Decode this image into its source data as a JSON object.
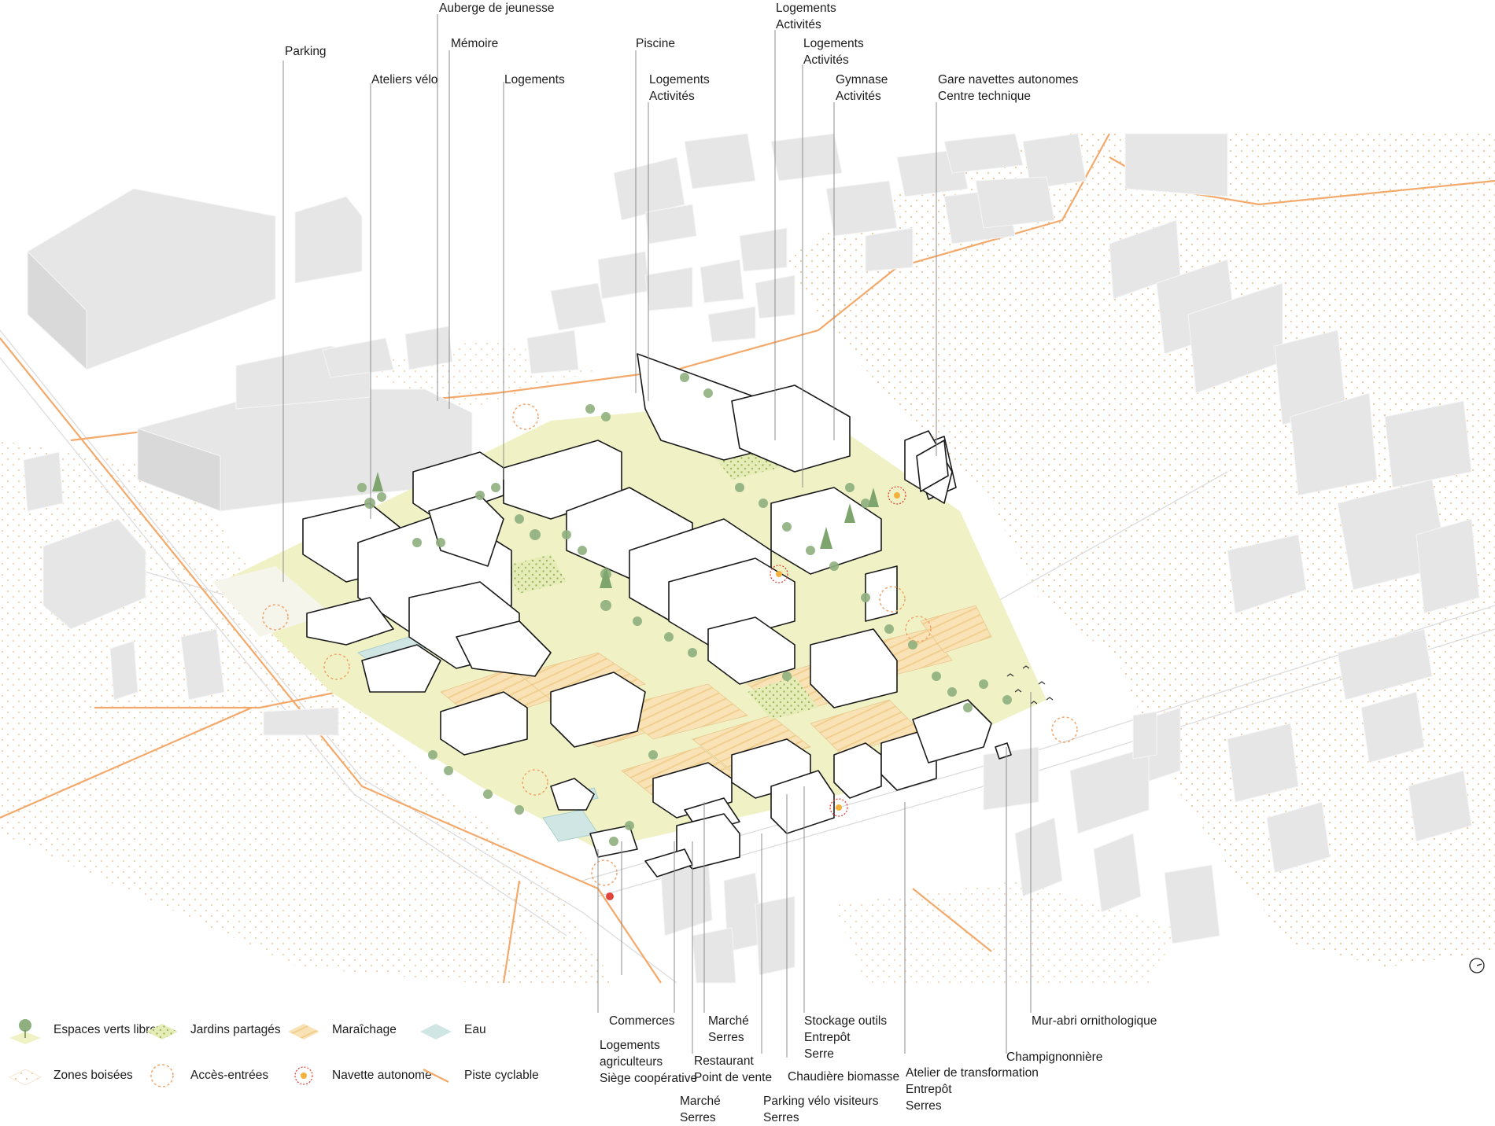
{
  "colors": {
    "building_context": "#e6e6e6",
    "building_project": "#ffffff",
    "building_outline": "#1a1a1a",
    "green_space": "#f0f2c6",
    "shared_gardens": "#d9e39a",
    "market_garden": "#f8deb0",
    "water": "#cfe6e4",
    "woodland_dots": "#e9c79a",
    "access_circle": "#f0a46a",
    "shuttle": "#e0433a",
    "cycle_path": "#f3a96b",
    "tree": "#8fb07e",
    "leader_line": "#8c8c8c"
  },
  "top_labels": [
    {
      "id": "parking",
      "lines": [
        "Parking"
      ]
    },
    {
      "id": "ateliers-velo",
      "lines": [
        "Ateliers vélo"
      ]
    },
    {
      "id": "auberge",
      "lines": [
        "Auberge de jeunesse"
      ]
    },
    {
      "id": "memoire",
      "lines": [
        "Mémoire"
      ]
    },
    {
      "id": "logements-1",
      "lines": [
        "Logements"
      ]
    },
    {
      "id": "piscine",
      "lines": [
        "Piscine"
      ]
    },
    {
      "id": "logements-activites-1",
      "lines": [
        "Logements",
        "Activités"
      ]
    },
    {
      "id": "logements-activites-2",
      "lines": [
        "Logements",
        "Activités"
      ]
    },
    {
      "id": "logements-activites-3",
      "lines": [
        "Logements",
        "Activités"
      ]
    },
    {
      "id": "gymnase",
      "lines": [
        "Gymnase",
        "Activités"
      ]
    },
    {
      "id": "gare-navettes",
      "lines": [
        "Gare navettes autonomes",
        "Centre technique"
      ]
    }
  ],
  "bottom_labels": [
    {
      "id": "commerces",
      "lines": [
        "Commerces"
      ]
    },
    {
      "id": "logements-agriculteurs",
      "lines": [
        "Logements",
        "agriculteurs",
        "Siège coopérative"
      ]
    },
    {
      "id": "marche-serres-1",
      "lines": [
        "Marché",
        "Serres"
      ]
    },
    {
      "id": "restaurant",
      "lines": [
        "Restaurant",
        "Point de vente"
      ]
    },
    {
      "id": "marche-serres-2",
      "lines": [
        "Marché",
        "Serres"
      ]
    },
    {
      "id": "stockage",
      "lines": [
        "Stockage outils",
        "Entrepôt",
        "Serre"
      ]
    },
    {
      "id": "chaudiere",
      "lines": [
        "Chaudière biomasse"
      ]
    },
    {
      "id": "parking-velo",
      "lines": [
        "Parking vélo visiteurs",
        "Serres"
      ]
    },
    {
      "id": "atelier-transformation",
      "lines": [
        "Atelier de transformation",
        "Entrepôt",
        "Serres"
      ]
    },
    {
      "id": "champignonniere",
      "lines": [
        "Champignonnière"
      ]
    },
    {
      "id": "mur-abri",
      "lines": [
        "Mur-abri ornithologique"
      ]
    }
  ],
  "legend": [
    {
      "key": "green",
      "label": "Espaces verts libres",
      "icon": "tree-on-plot-icon"
    },
    {
      "key": "gardens",
      "label": "Jardins partagés",
      "icon": "garden-plot-icon"
    },
    {
      "key": "market",
      "label": "Maraîchage",
      "icon": "market-garden-icon"
    },
    {
      "key": "water",
      "label": "Eau",
      "icon": "water-icon"
    },
    {
      "key": "wood",
      "label": "Zones boisées",
      "icon": "woodland-icon"
    },
    {
      "key": "access",
      "label": "Accès-entrées",
      "icon": "access-circle-icon"
    },
    {
      "key": "shuttle",
      "label": "Navette autonome",
      "icon": "shuttle-icon"
    },
    {
      "key": "cycle",
      "label": "Piste cyclable",
      "icon": "cycle-path-icon"
    }
  ],
  "compass": {
    "icon": "north-arrow-icon"
  }
}
